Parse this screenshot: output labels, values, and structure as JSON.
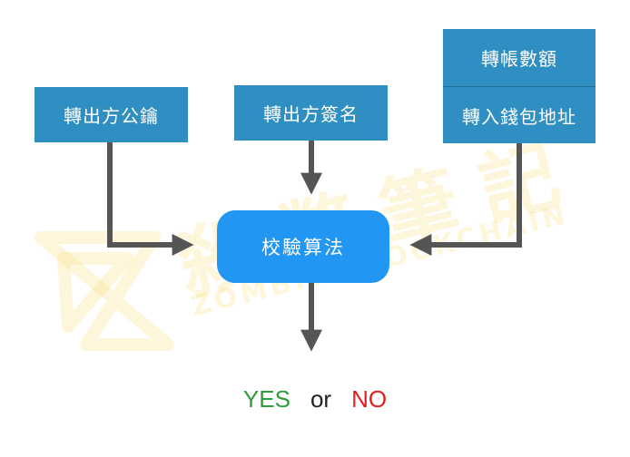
{
  "watermark": {
    "chinese": "殺幣筆記",
    "english": "ZOMBIT BLOCKCHAIN"
  },
  "nodes": {
    "sender_public_key": "轉出方公鑰",
    "sender_signature": "轉出方簽名",
    "transfer_amount": "轉帳數額",
    "recipient_wallet_address": "轉入錢包地址",
    "verification_algorithm": "校驗算法"
  },
  "result": {
    "yes": "YES",
    "or": "or",
    "no": "NO"
  },
  "colors": {
    "box": "#2f8fc2",
    "verify_box": "#2196f3",
    "arrow": "#555555",
    "yes": "#2e9e3a",
    "no": "#e02121"
  }
}
